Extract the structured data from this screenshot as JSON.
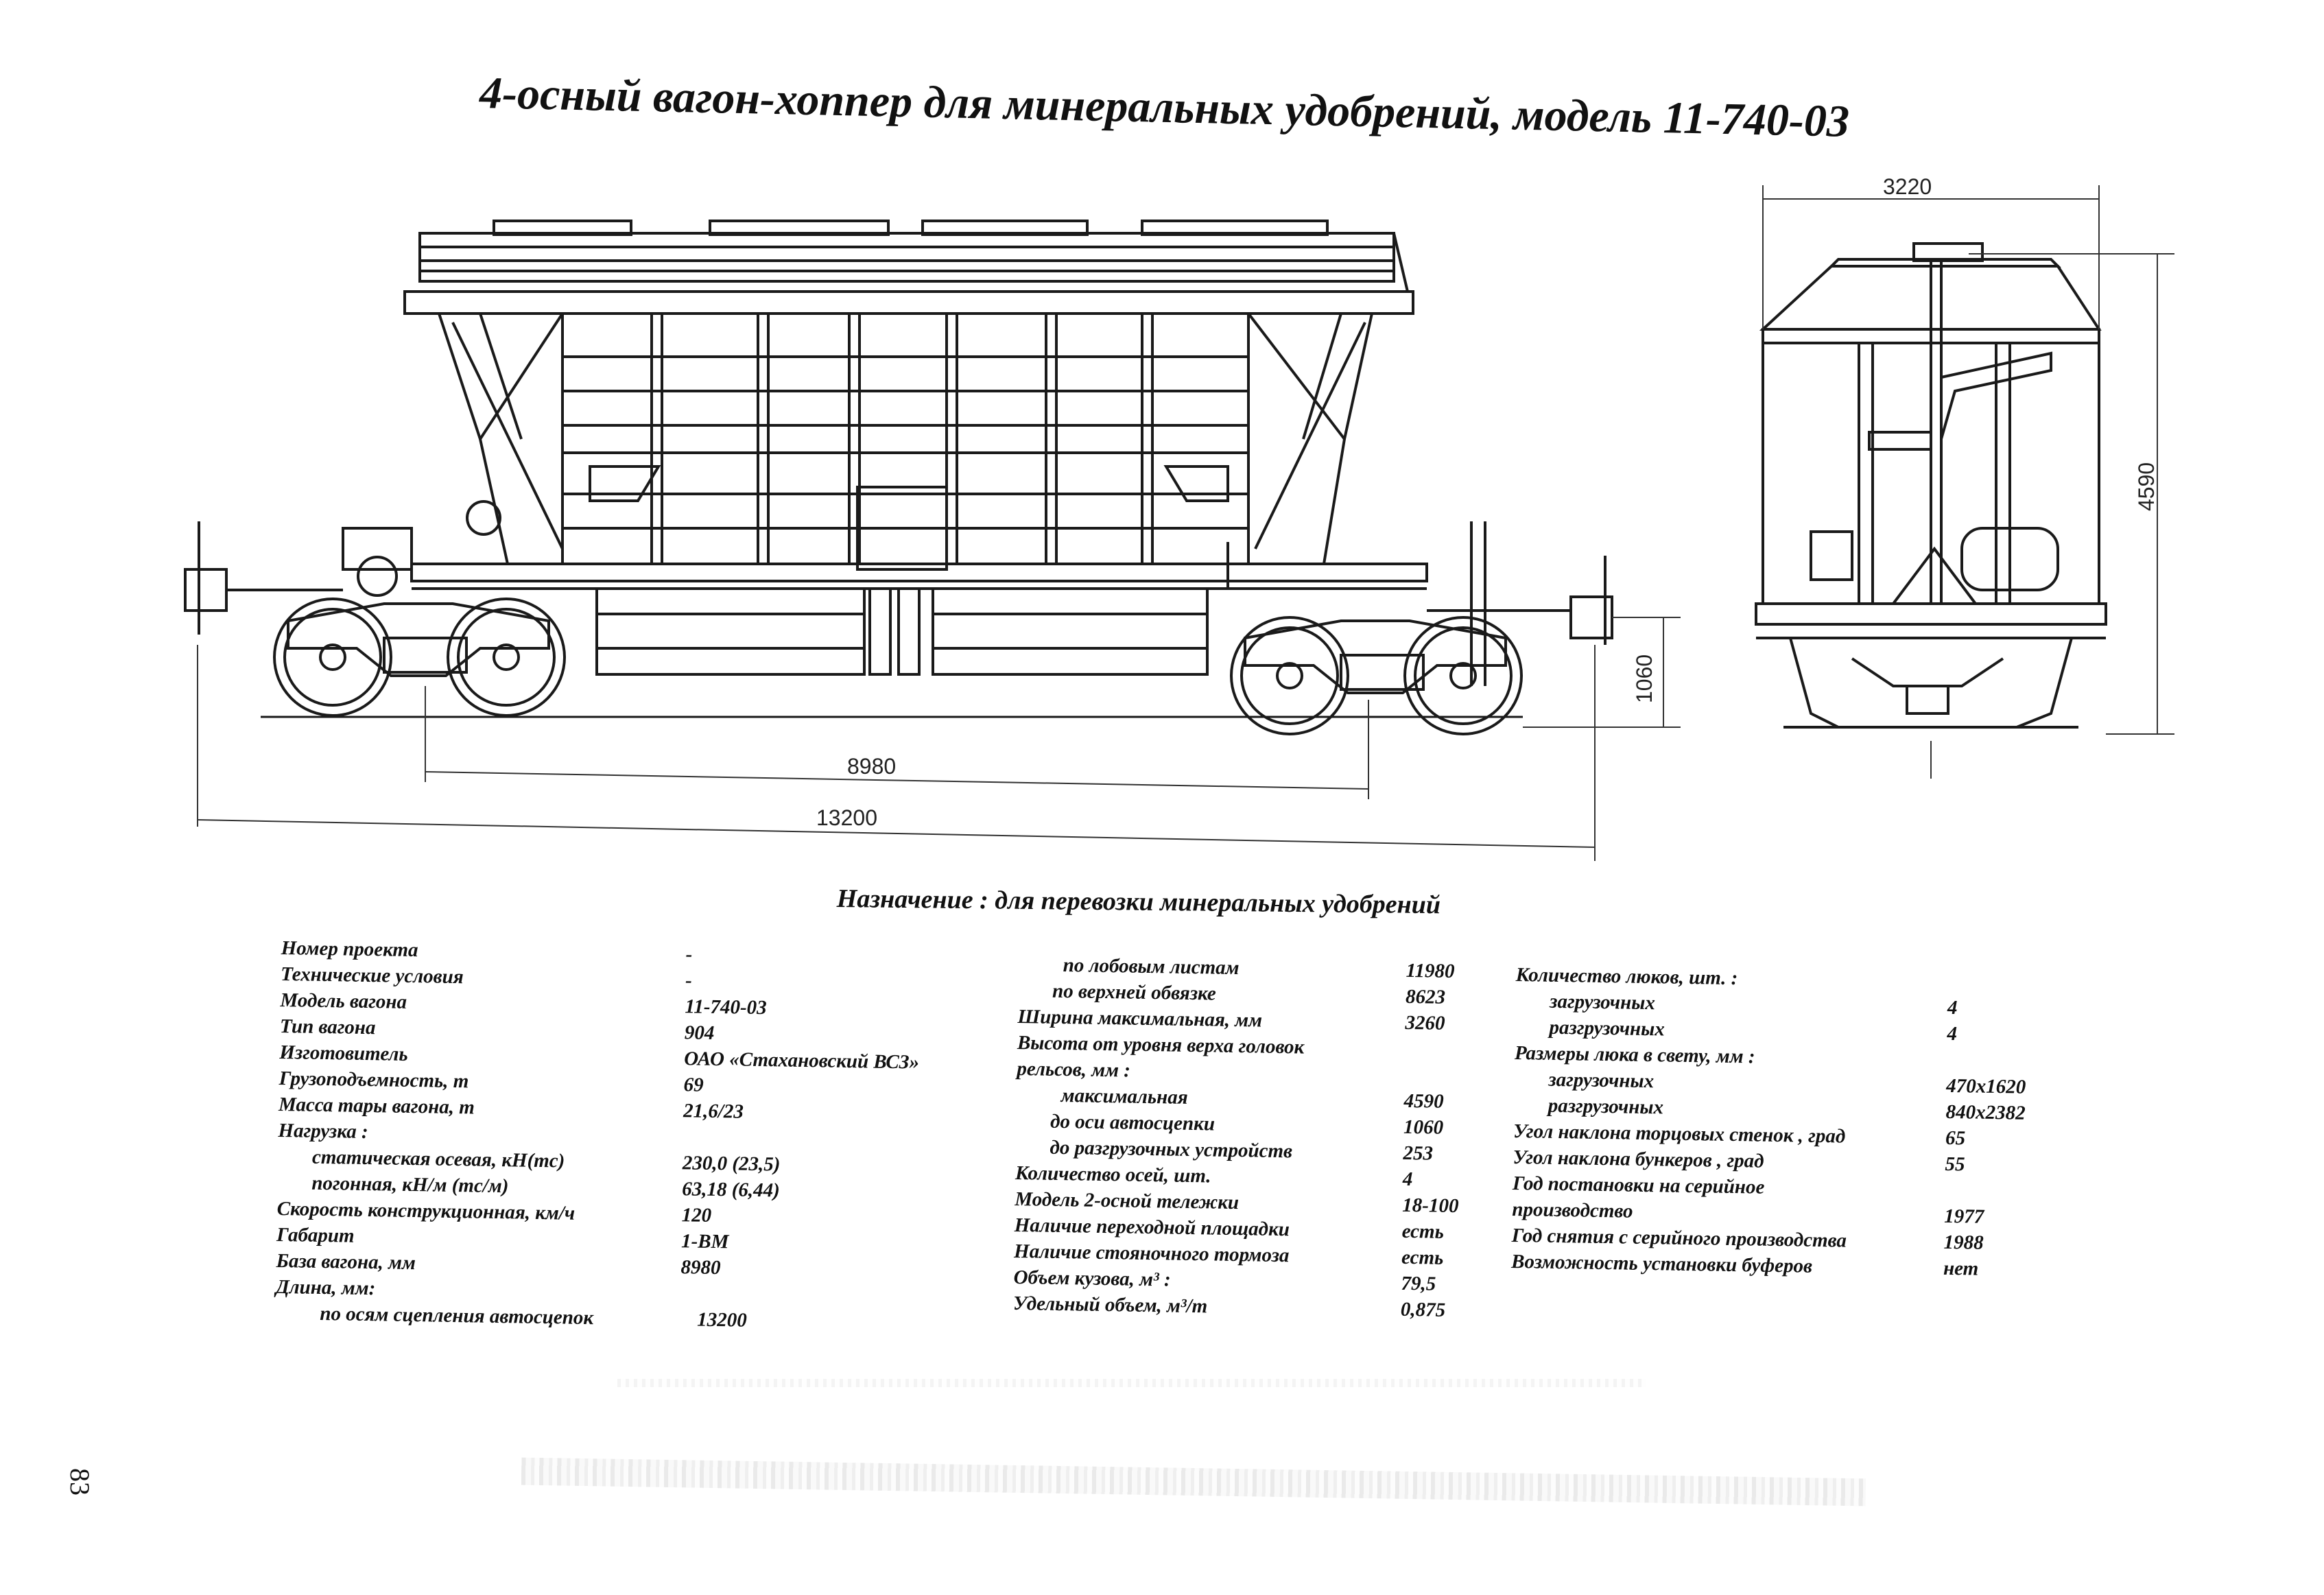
{
  "title": "4-осный вагон-хоппер для минеральных удобрений, модель 11-740-03",
  "dimensions": {
    "base_length": "8980",
    "total_length": "13200",
    "coupler_height": "1060",
    "width": "3220",
    "height": "4590"
  },
  "purpose": "Назначение : для перевозки минеральных удобрений",
  "spec_col1": [
    {
      "label": "Номер проекта",
      "value": "-"
    },
    {
      "label": "Технические условия",
      "value": "-"
    },
    {
      "label": "Модель вагона",
      "value": "11-740-03"
    },
    {
      "label": "Тип вагона",
      "value": "904"
    },
    {
      "label": "Изготовитель",
      "value": "ОАО «Стахановский ВСЗ»"
    },
    {
      "label": "Грузоподъемность, т",
      "value": "69"
    },
    {
      "label": "Масса тары вагона, т",
      "value": "21,6/23"
    },
    {
      "label": "Нагрузка :",
      "value": ""
    },
    {
      "label": "статическая осевая, кН(тс)",
      "value": "230,0 (23,5)"
    },
    {
      "label": "погонная, кН/м (тс/м)",
      "value": "63,18 (6,44)"
    },
    {
      "label": "Скорость конструкционная, км/ч",
      "value": "120"
    },
    {
      "label": "Габарит",
      "value": "1-ВМ"
    },
    {
      "label": "База вагона, мм",
      "value": "8980"
    },
    {
      "label": "Длина, мм:",
      "value": ""
    },
    {
      "label": "по осям сцепления автосцепок",
      "value": "13200"
    }
  ],
  "spec_col2": [
    {
      "label": "по лобовым листам",
      "value": "11980"
    },
    {
      "label": "по верхней обвязке",
      "value": "8623"
    },
    {
      "label": "Ширина максимальная, мм",
      "value": "3260"
    },
    {
      "label": "Высота от уровня верха головок",
      "value": ""
    },
    {
      "label": "рельсов, мм :",
      "value": ""
    },
    {
      "label": "максимальная",
      "value": "4590"
    },
    {
      "label": "до оси автосцепки",
      "value": "1060"
    },
    {
      "label": "до разгрузочных устройств",
      "value": "253"
    },
    {
      "label": "Количество осей, шт.",
      "value": "4"
    },
    {
      "label": "Модель 2-осной тележки",
      "value": "18-100"
    },
    {
      "label": "Наличие переходной площадки",
      "value": "есть"
    },
    {
      "label": "Наличие стояночного тормоза",
      "value": "есть"
    },
    {
      "label": "Объем кузова, м³ :",
      "value": "79,5"
    },
    {
      "label": "Удельный объем, м³/т",
      "value": "0,875"
    }
  ],
  "spec_col3": [
    {
      "label": "Количество люков, шт. :",
      "value": ""
    },
    {
      "label": "загрузочных",
      "value": "4"
    },
    {
      "label": "разгрузочных",
      "value": "4"
    },
    {
      "label": "Размеры люка в свету, мм :",
      "value": ""
    },
    {
      "label": "загрузочных",
      "value": "470х1620"
    },
    {
      "label": "разгрузочных",
      "value": "840х2382"
    },
    {
      "label": "Угол наклона торцовых стенок , град",
      "value": "65"
    },
    {
      "label": "Угол наклона бункеров , град",
      "value": "55"
    },
    {
      "label": "Год постановки на серийное",
      "value": ""
    },
    {
      "label": "производство",
      "value": "1977"
    },
    {
      "label": "Год снятия с серийного производства",
      "value": "1988"
    },
    {
      "label": "Возможность установки буферов",
      "value": "нет"
    }
  ],
  "page_number": "83"
}
